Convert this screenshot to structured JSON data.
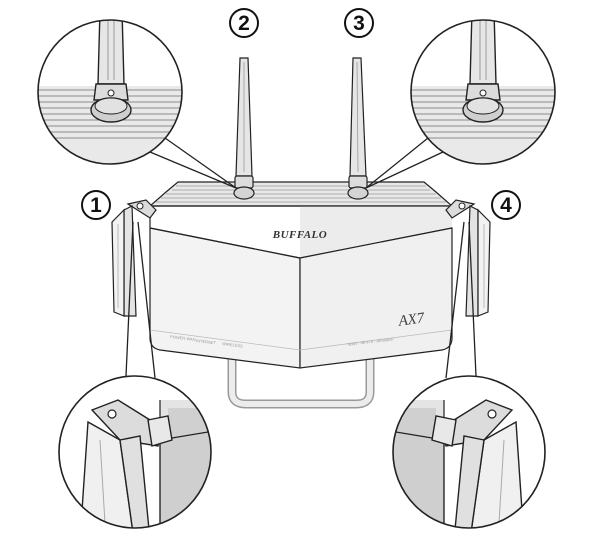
{
  "diagram": {
    "callouts": [
      {
        "id": "1",
        "label": "①"
      },
      {
        "id": "2",
        "label": "②"
      },
      {
        "id": "3",
        "label": "③"
      },
      {
        "id": "4",
        "label": "④"
      }
    ],
    "device": {
      "brand": "BUFFALO",
      "model": "AX7"
    },
    "colors": {
      "line": "#222222",
      "body": "#f2f2f2",
      "shade": "#e0e0e0",
      "dark_shade": "#cfcfcf"
    }
  }
}
